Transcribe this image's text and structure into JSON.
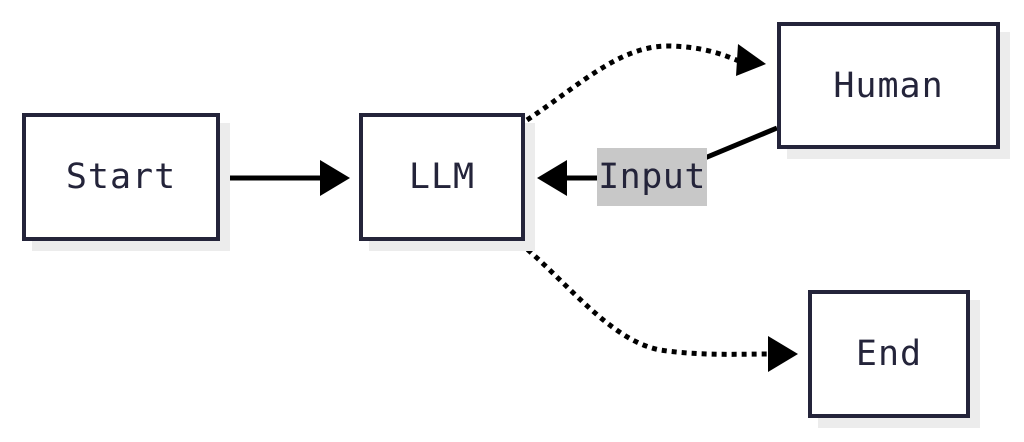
{
  "nodes": {
    "start": "Start",
    "llm": "LLM",
    "human": "Human",
    "end": "End"
  },
  "edges": {
    "human_to_llm_label": "Input"
  },
  "colors": {
    "stroke": "#24243a",
    "arrow": "#000000",
    "label_bg": "#c8c8c8",
    "shadow": "#ececec"
  }
}
